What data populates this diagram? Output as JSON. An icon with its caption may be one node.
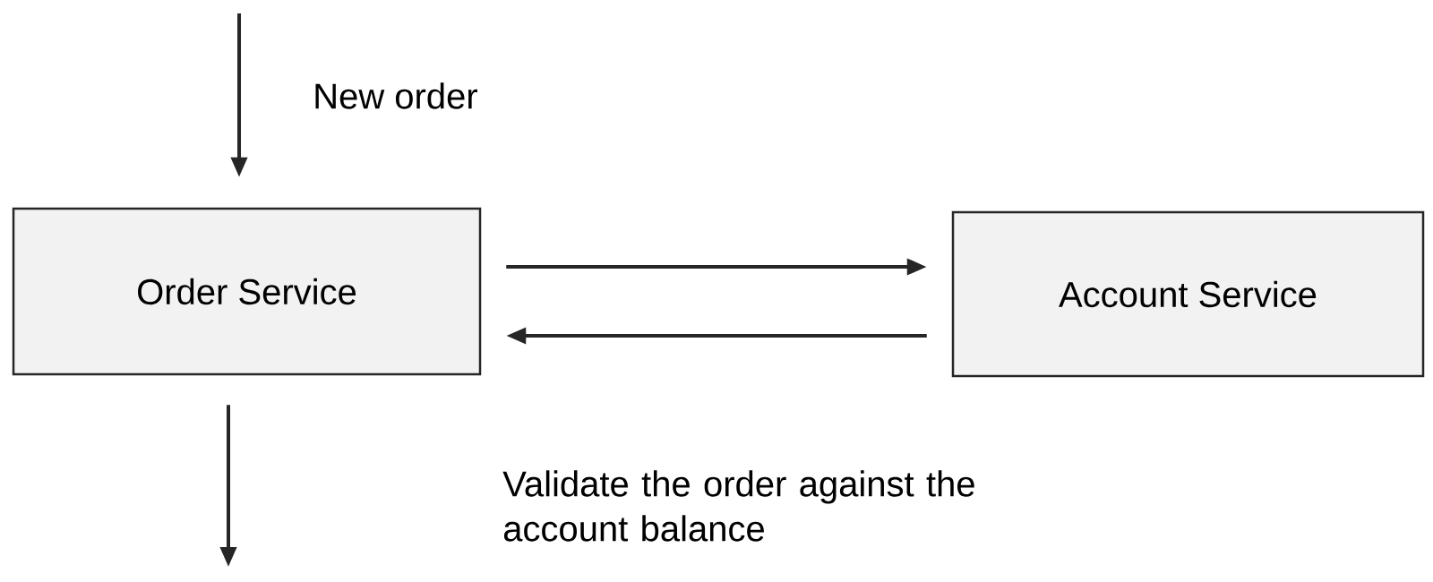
{
  "diagram": {
    "nodes": [
      {
        "text": [
          "Order Service"
        ]
      },
      {
        "text": [
          "Account Service"
        ]
      }
    ],
    "edges": [
      {
        "from": null,
        "to": 0,
        "arrow": "to",
        "label": "New order"
      },
      {
        "from": 0,
        "to": 1,
        "arrow": "to"
      },
      {
        "from": 1,
        "to": 0,
        "arrow": "to"
      },
      {
        "from": 0,
        "to": null,
        "arrow": "to"
      }
    ],
    "labels": [
      "Validate the order against the account balance"
    ]
  }
}
